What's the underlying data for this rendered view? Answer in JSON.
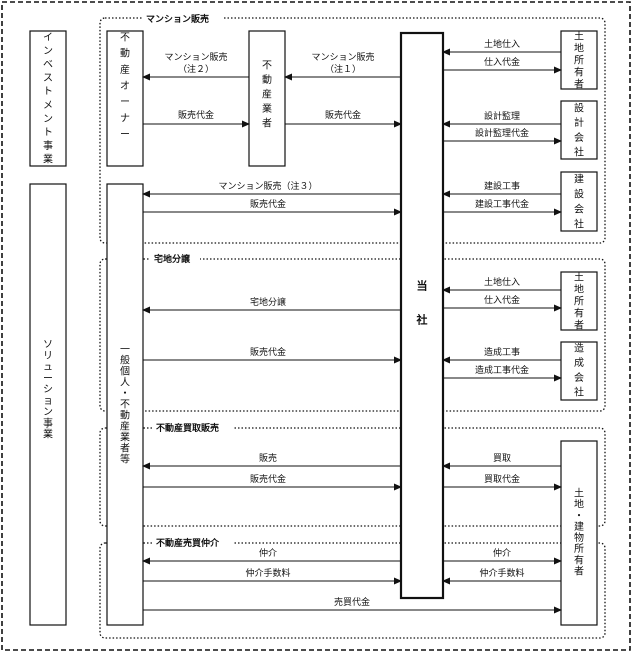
{
  "segments": {
    "investment": "インベストメント事業",
    "solution": "ソリューション事業"
  },
  "sections": {
    "mansion": "マンション販売",
    "takuchi": "宅地分譲",
    "kaitori": "不動産買取販売",
    "chukai": "不動産売買仲介"
  },
  "entities": {
    "company": "当社",
    "owner": "不動産オーナー",
    "agent": "不動産業者",
    "individual": "一般個人・不動産業者等",
    "land_owner": "土地所有者",
    "design_firm": "設計会社",
    "construction_firm": "建設会社",
    "land_owner2": "土地所有者",
    "zosei_firm": "造成会社",
    "building_owner": "土地・建物所有者"
  },
  "flows": {
    "mansion_sale_note2": "マンション販売",
    "note2": "（注２）",
    "mansion_sale_note1": "マンション販売",
    "note1": "（注１）",
    "sales_payment_1": "販売代金",
    "sales_payment_2": "販売代金",
    "land_purchase_1": "土地仕入",
    "purchase_payment_1": "仕入代金",
    "design_supervision": "設計監理",
    "design_supervision_fee": "設計監理代金",
    "mansion_sale_note3": "マンション販売（注３）",
    "sales_payment_3": "販売代金",
    "construction_work": "建設工事",
    "construction_payment": "建設工事代金",
    "land_subdivision": "宅地分譲",
    "sales_payment_4": "販売代金",
    "land_purchase_2": "土地仕入",
    "purchase_payment_2": "仕入代金",
    "grading_work": "造成工事",
    "grading_payment": "造成工事代金",
    "sale": "販売",
    "sales_payment_5": "販売代金",
    "buyout": "買取",
    "buyout_payment": "買取代金",
    "brokerage_left": "仲介",
    "brokerage_fee_left": "仲介手数料",
    "brokerage_right": "仲介",
    "brokerage_fee_right": "仲介手数料",
    "sale_payment_direct": "売買代金"
  }
}
